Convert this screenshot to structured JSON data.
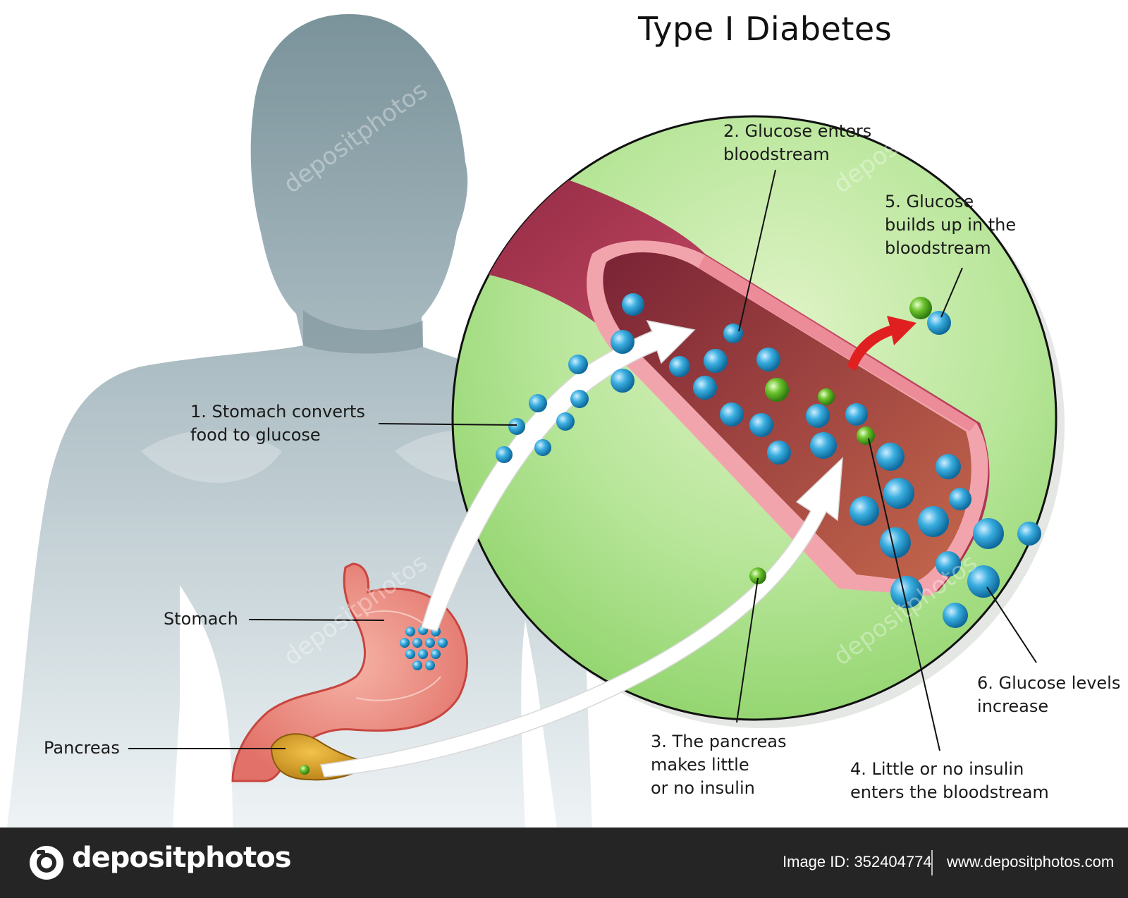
{
  "title": "Type I Diabetes",
  "labels": {
    "step1": [
      "1. Stomach converts",
      "food to glucose"
    ],
    "step2": [
      "2. Glucose enters",
      "bloodstream"
    ],
    "step3": [
      "3. The pancreas",
      "makes little",
      "or no insulin"
    ],
    "step4": [
      "4. Little or no insulin",
      "enters the bloodstream"
    ],
    "step5": [
      "5. Glucose",
      "builds up in the",
      "bloodstream"
    ],
    "step6": [
      "6. Glucose levels",
      "increase"
    ],
    "stomach": "Stomach",
    "pancreas": "Pancreas"
  },
  "watermark": "depositphotos",
  "footer": {
    "brand": "depositphotos",
    "image_id": "Image ID: 352404774",
    "site": "www.depositphotos.com"
  },
  "colors": {
    "circle_fill": "#a8df86",
    "vessel_outer": "#b23a55",
    "vessel_inner": "#c4614a",
    "vessel_edge": "#f2a4ad",
    "glucose": "#2e9fd6",
    "insulin": "#6cc32c",
    "arrow_red": "#e02020",
    "silhouette": "#7c939a",
    "footer_bg": "#252525"
  }
}
